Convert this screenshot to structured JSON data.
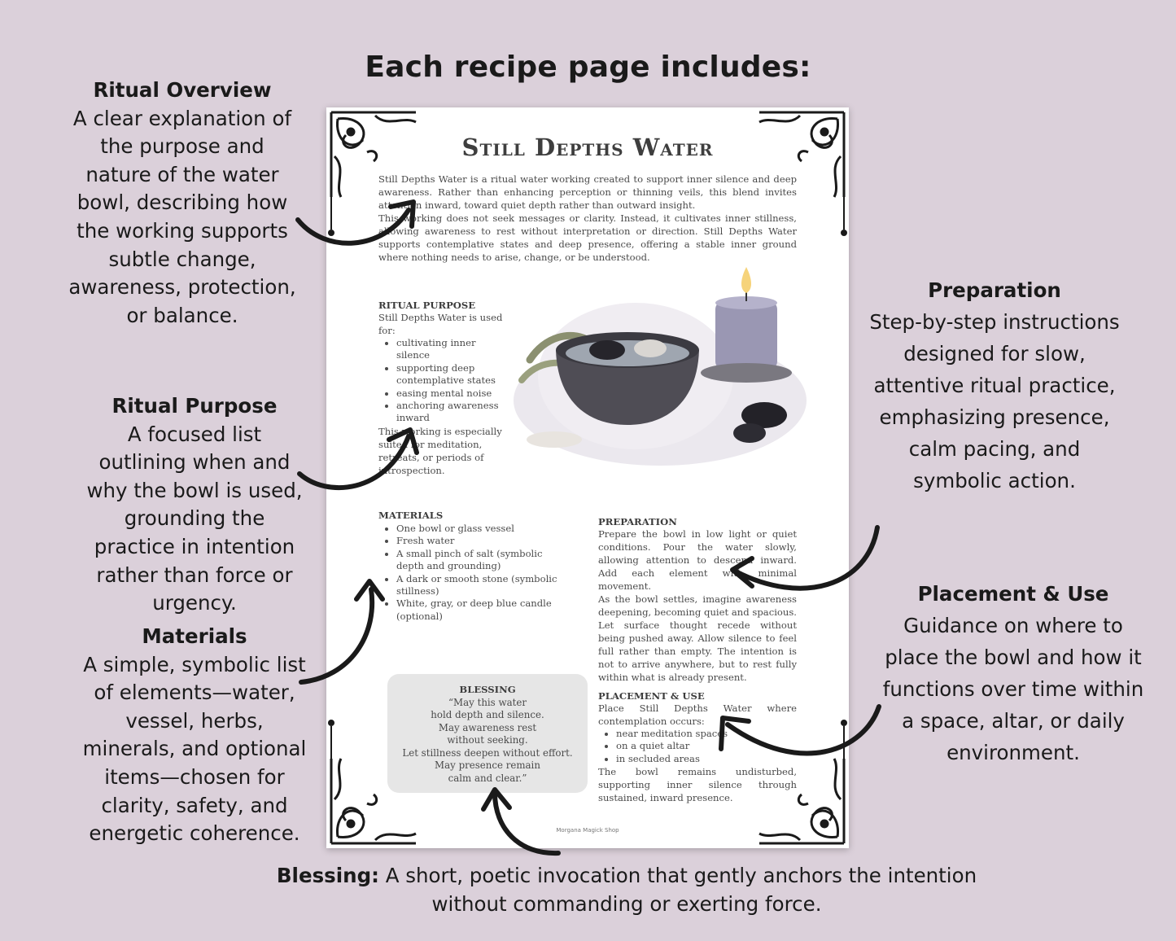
{
  "heading": "Each recipe page includes:",
  "annotations": {
    "overview": {
      "title": "Ritual Overview",
      "text": "A clear explanation of the purpose and nature of the water bowl, describing how the working supports subtle change, awareness, protection, or balance."
    },
    "purpose": {
      "title": "Ritual Purpose",
      "text": "A focused list outlining when and why the bowl is used, grounding the practice in intention rather than force or urgency."
    },
    "materials": {
      "title": "Materials",
      "text": "A simple, symbolic list of elements—water, vessel, herbs, minerals, and optional items—chosen for clarity, safety, and energetic coherence."
    },
    "preparation": {
      "title": "Preparation",
      "text": "Step-by-step instructions designed for slow, attentive ritual practice, emphasizing presence, calm pacing, and symbolic action."
    },
    "placement": {
      "title": "Placement & Use",
      "text": "Guidance on where to place the bowl and how it functions over time within a space, altar, or daily environment."
    },
    "blessing": {
      "title": "Blessing:",
      "text": " A short, poetic invocation that gently anchors the intention without commanding or exerting force."
    }
  },
  "page": {
    "title": "Still Depths Water",
    "intro_1": "Still Depths Water is a ritual water working created to support inner silence and deep awareness. Rather than enhancing perception or thinning veils, this blend invites attention inward, toward quiet depth rather than outward insight.",
    "intro_2": "This working does not seek messages or clarity. Instead, it cultivates inner stillness, allowing awareness to rest without interpretation or direction. Still Depths Water supports contemplative states and deep presence, offering a stable inner ground where nothing needs to arise, change, or be understood.",
    "purpose": {
      "label": "Ritual Purpose",
      "lead": "Still Depths Water is used for:",
      "items": [
        "cultivating inner silence",
        "supporting deep contemplative states",
        "easing mental noise",
        "anchoring awareness inward"
      ],
      "tail": "This working is especially suited for meditation, retreats, or periods of introspection."
    },
    "materials": {
      "label": "Materials",
      "items": [
        "One bowl or glass vessel",
        "Fresh water",
        "A small pinch of salt (symbolic depth and grounding)",
        "A dark or smooth stone (symbolic stillness)",
        "White, gray, or deep blue candle (optional)"
      ]
    },
    "preparation": {
      "label": "Preparation",
      "p1": "Prepare the bowl in low light or quiet conditions. Pour the water slowly, allowing attention to descend inward. Add each element with minimal movement.",
      "p2": "As the bowl settles, imagine awareness deepening, becoming quiet and spacious. Let surface thought recede without being pushed away. Allow silence to feel full rather than empty. The intention is not to arrive anywhere, but to rest fully within what is already present."
    },
    "placement": {
      "label": "Placement & Use",
      "lead": "Place Still Depths Water where contemplation occurs:",
      "items": [
        "near meditation spaces",
        "on a quiet altar",
        "in secluded areas"
      ],
      "tail": "The bowl remains undisturbed, supporting inner silence through sustained, inward presence."
    },
    "blessing": {
      "label": "Blessing",
      "lines": [
        "“May this water",
        "hold depth and silence.",
        "May awareness rest",
        "without seeking.",
        "Let stillness deepen without effort.",
        "May presence remain",
        "calm and clear.”"
      ]
    },
    "footer": "Morgana Magick Shop"
  },
  "colors": {
    "background": "#dbd0da",
    "page": "#ffffff",
    "blessing_box": "#e6e6e6",
    "arrow": "#1a1a1a"
  }
}
